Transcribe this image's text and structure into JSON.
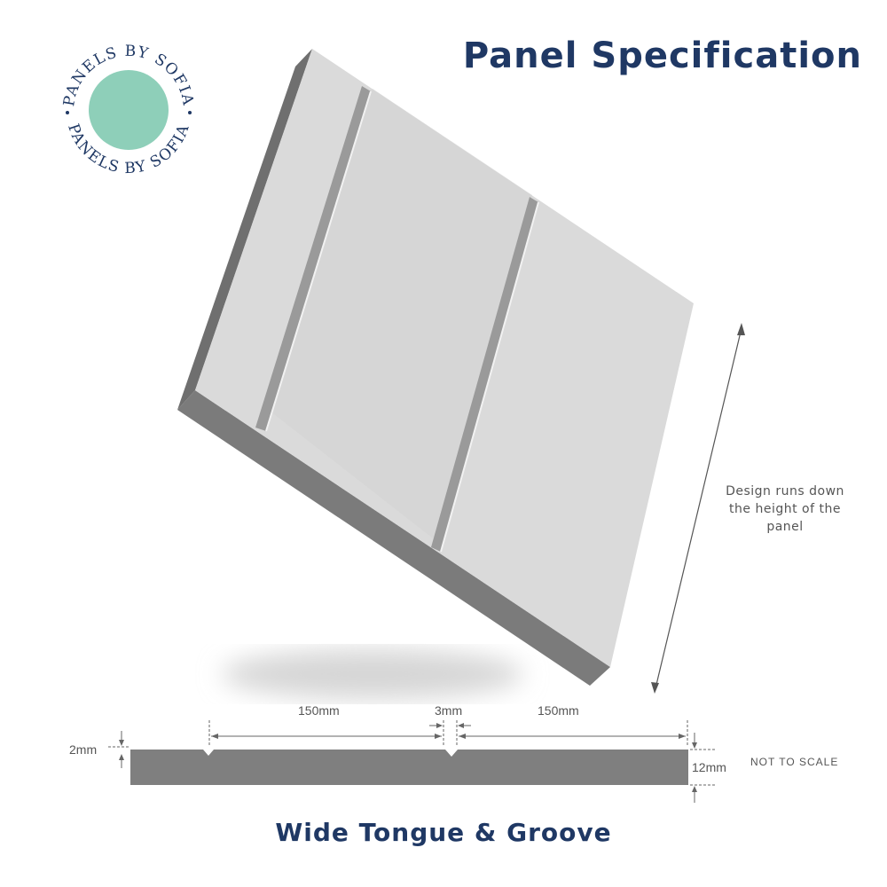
{
  "title": "Panel Specification",
  "subtitle": "Wide Tongue & Groove",
  "logo": {
    "text": "PANELS BY SOFIA",
    "circle_color": "#8ecfb9",
    "text_color": "#1f3864"
  },
  "panel_note": "Design runs down the height of the panel",
  "dimensions": {
    "board_width_left": "150mm",
    "groove_width": "3mm",
    "board_width_right": "150mm",
    "groove_depth": "2mm",
    "thickness": "12mm"
  },
  "scale_note": "NOT TO SCALE",
  "colors": {
    "heading": "#1f3864",
    "panel_face": "#dadada",
    "panel_edge": "#7b7b7b"
  }
}
